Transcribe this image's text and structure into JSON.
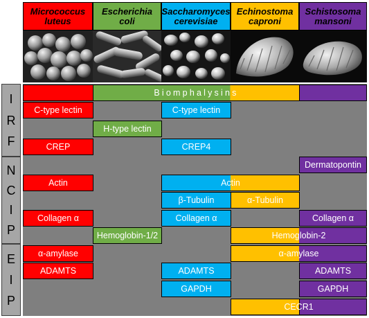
{
  "species": [
    {
      "line1": "Micrococcus",
      "line2": "luteus",
      "color": "#ff0000"
    },
    {
      "line1": "Escherichia",
      "line2": "coli",
      "color": "#70ad47"
    },
    {
      "line1": "Saccharomyces",
      "line2": "cerevisiae",
      "color": "#00b0f0"
    },
    {
      "line1": "Echinostoma",
      "line2": "caproni",
      "color": "#ffc000"
    },
    {
      "line1": "Schistosoma",
      "line2": "mansoni",
      "color": "#7030a0"
    }
  ],
  "groups": [
    {
      "letters": [
        "I",
        "R",
        "F"
      ]
    },
    {
      "letters": [
        "N",
        "C",
        "I",
        "P"
      ]
    },
    {
      "letters": [
        "E",
        "I",
        "P"
      ]
    }
  ],
  "labels": {
    "biomphalysins": "Biomphalysins",
    "c_type_lectin": "C-type lectin",
    "h_type_lectin": "H-type lectin",
    "crep": "CREP",
    "crep4": "CREP4",
    "dermatopontin": "Dermatopontin",
    "actin": "Actin",
    "beta_tubulin": "β-Tubulin",
    "alpha_tubulin": "α-Tubulin",
    "collagen_alpha": "Collagen α",
    "hemoglobin_12": "Hemoglobin-1/2",
    "hemoglobin_2": "Hemoglobin-2",
    "alpha_amylase": "α-amylase",
    "adamts": "ADAMTS",
    "gapdh": "GAPDH",
    "cecr1": "CECR1"
  }
}
